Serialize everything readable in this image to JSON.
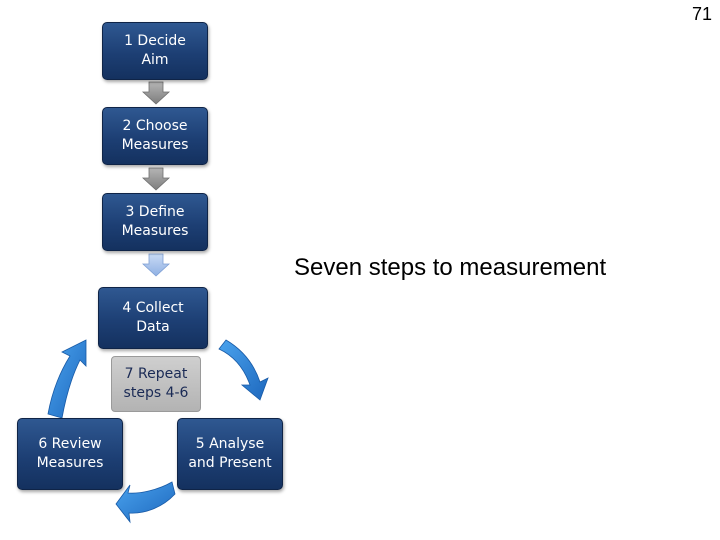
{
  "page_number": "71",
  "title": "Seven steps to measurement",
  "steps": [
    {
      "label": "1 Decide\nAim"
    },
    {
      "label": "2 Choose\nMeasures"
    },
    {
      "label": "3 Define\nMeasures"
    },
    {
      "label": "4 Collect\nData"
    },
    {
      "label": "5 Analyse\nand Present"
    },
    {
      "label": "6 Review\nMeasures"
    },
    {
      "label": "7 Repeat\nsteps 4-6"
    }
  ],
  "colors": {
    "box_blue": "#1d3f74",
    "cycle_arrow_blue": "#2a83d6",
    "down_arrow_gray": "#8e8e8e",
    "down_arrow_light_blue": "#a9c4ec"
  }
}
